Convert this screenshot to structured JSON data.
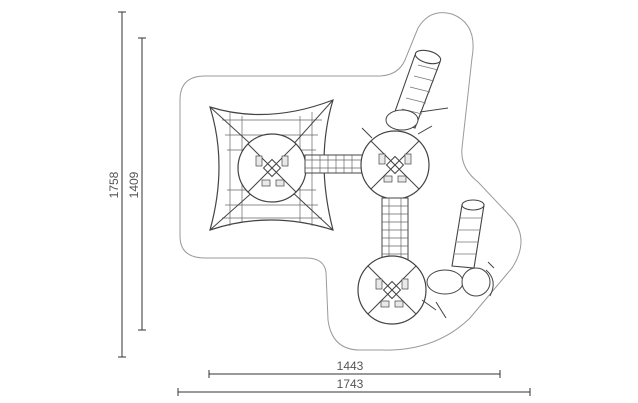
{
  "dimensions": {
    "vertical_outer": "1758",
    "vertical_inner": "1409",
    "horizontal_inner": "1443",
    "horizontal_outer": "1743"
  },
  "colors": {
    "line": "#444444",
    "light_line": "#9a9a9a",
    "fill_panel": "#e9e9e9",
    "dim_line": "#333333"
  }
}
